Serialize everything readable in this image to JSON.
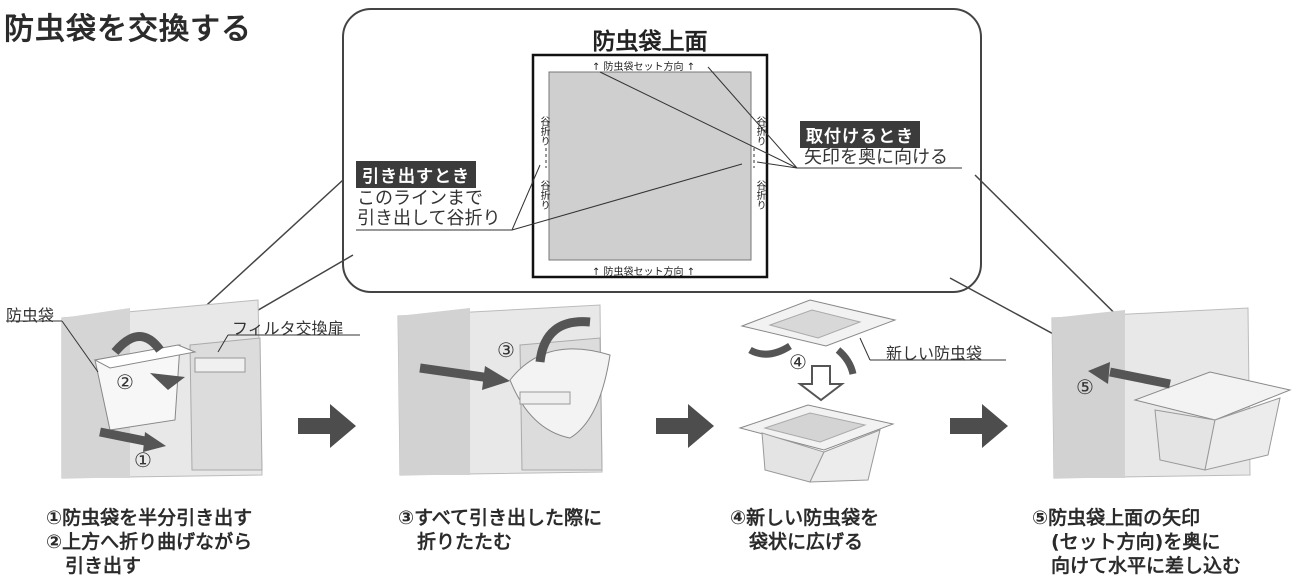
{
  "title": "防虫袋を交換する",
  "panel": {
    "title": "防虫袋上面",
    "set_direction_top": "↑  防虫袋セット方向  ↑",
    "set_direction_bottom": "↑  防虫袋セット方向  ↑",
    "fold_left_upper": "谷折り",
    "fold_left_lower": "谷折り",
    "fold_right_upper": "谷折り",
    "fold_right_lower": "谷折り",
    "pull_out": {
      "tag": "引き出すとき",
      "line1": "このラインまで",
      "line2": "引き出して谷折り"
    },
    "attach": {
      "tag": "取付けるとき",
      "line1": "矢印を奥に向ける"
    }
  },
  "labels": {
    "insect_bag": "防虫袋",
    "filter_door": "フィルタ交換扉",
    "new_bag": "新しい防虫袋"
  },
  "steps": {
    "s1": "①",
    "s2": "②",
    "s3": "③",
    "s4": "④",
    "s5": "⑤"
  },
  "captions": {
    "c1": "①防虫袋を半分引き出す\n②上方へ折り曲げながら\n　引き出す",
    "c2": "③すべて引き出した際に\n　折りたたむ",
    "c3": "④新しい防虫袋を\n　袋状に広げる",
    "c4": "⑤防虫袋上面の矢印\n　(セット方向)を奥に\n　向けて水平に差し込む"
  },
  "colors": {
    "tag_bg": "#3b3b3b",
    "sheet": "#cfcfcf",
    "arrow": "#555555",
    "panel_border": "#444444"
  }
}
